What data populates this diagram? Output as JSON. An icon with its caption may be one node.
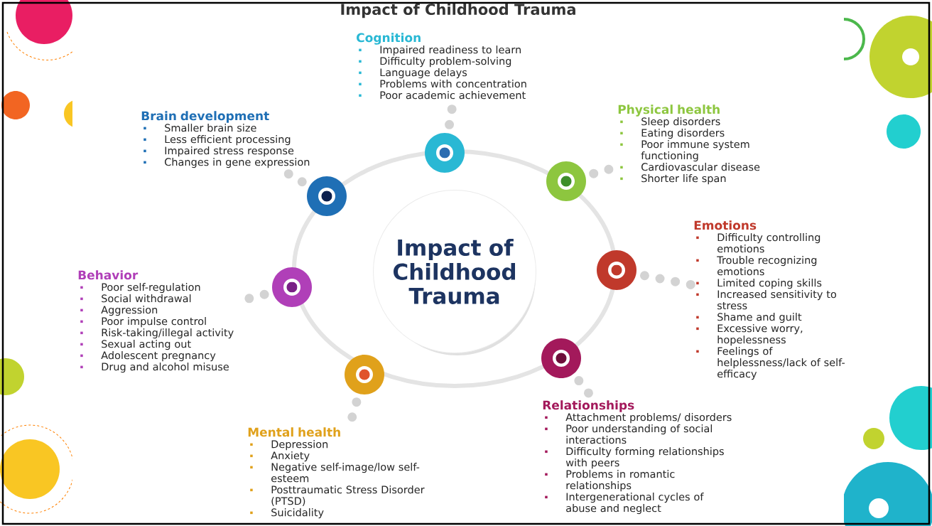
{
  "diagram": {
    "title": "Impact of Childhood Trauma",
    "nodes": [
      {
        "text": [
          "Impact of Childhood Trauma"
        ]
      },
      {
        "text": [
          "Cognition",
          "Impaired readiness to learn",
          "Difficulty problem-solving",
          "Language delays",
          "Problems with concentration",
          "Poor academic achievement"
        ]
      },
      {
        "text": [
          "Brain development",
          "Smaller brain size",
          "Less efficient processing",
          "Impaired stress response",
          "Changes in gene expression"
        ]
      },
      {
        "text": [
          "Physical health",
          "Sleep disorders",
          "Eating disorders",
          "Poor immune system functioning",
          "Cardiovascular disease",
          "Shorter life span"
        ]
      },
      {
        "text": [
          "Emotions",
          "Difficulty controlling emotions",
          "Trouble recognizing emotions",
          "Limited coping skills",
          "Increased sensitivity to stress",
          "Shame and guilt",
          "Excessive worry, hopelessness",
          "Feelings of helplessness/lack of self-efficacy"
        ]
      },
      {
        "text": [
          "Behavior",
          "Poor self-regulation",
          "Social withdrawal",
          "Aggression",
          "Poor impulse control",
          "Risk-taking/illegal activity",
          "Sexual acting out",
          "Adolescent pregnancy",
          "Drug and alcohol misuse"
        ]
      },
      {
        "text": [
          "Relationships",
          "Attachment problems/ disorders",
          "Poor understanding of social interactions",
          "Difficulty forming relationships with peers",
          "Problems in romantic relationships",
          "Intergenerational cycles of abuse and neglect"
        ]
      },
      {
        "text": [
          "Mental health",
          "Depression",
          "Anxiety",
          "Negative self-image/low self-esteem",
          "Posttraumatic Stress Disorder (PTSD)",
          "Suicidality"
        ]
      },
      {
        "text": [],
        "shape": "circle"
      },
      {
        "text": [],
        "shape": "circle"
      },
      {
        "text": [],
        "shape": "circle"
      },
      {
        "text": [],
        "shape": "circle"
      },
      {
        "text": [],
        "shape": "circle"
      },
      {
        "text": [],
        "shape": "circle"
      },
      {
        "text": [],
        "shape": "circle"
      }
    ],
    "edges": [
      {
        "from": 8,
        "to": 1,
        "arrow": "none"
      },
      {
        "from": 9,
        "to": 2,
        "arrow": "none"
      },
      {
        "from": 10,
        "to": 3,
        "arrow": "none"
      },
      {
        "from": 11,
        "to": 4,
        "arrow": "none"
      },
      {
        "from": 12,
        "to": 5,
        "arrow": "none"
      },
      {
        "from": 13,
        "to": 6,
        "arrow": "none"
      },
      {
        "from": 14,
        "to": 7,
        "arrow": "none"
      }
    ]
  }
}
